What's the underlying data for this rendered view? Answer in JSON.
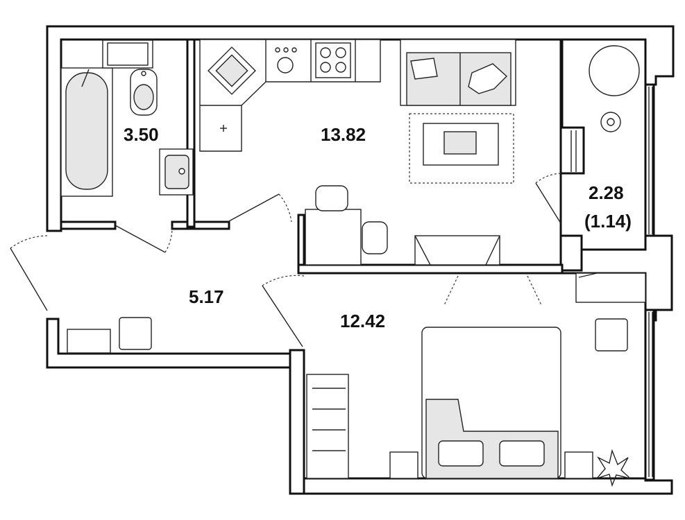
{
  "plan": {
    "rooms": [
      {
        "id": "bathroom",
        "area": "3.50"
      },
      {
        "id": "kitchen-living",
        "area": "13.82"
      },
      {
        "id": "balcony",
        "area": "2.28",
        "area_reduced": "(1.14)"
      },
      {
        "id": "hallway",
        "area": "5.17"
      },
      {
        "id": "bedroom",
        "area": "12.42"
      }
    ]
  }
}
